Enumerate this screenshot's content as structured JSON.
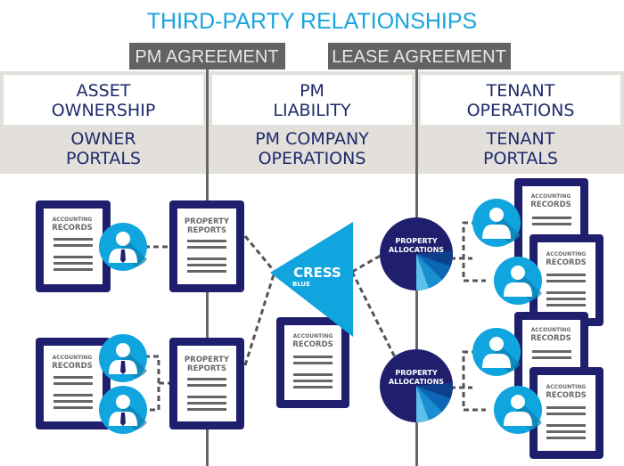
{
  "title": "THIRD-PARTY RELATIONSHIPS",
  "agreements": {
    "pm": "PM AGREEMENT",
    "lease": "LEASE AGREEMENT"
  },
  "columns": [
    {
      "top": [
        "ASSET",
        "OWNERSHIP"
      ],
      "bottom": [
        "OWNER",
        "PORTALS"
      ]
    },
    {
      "top": [
        "PM",
        "LIABILITY"
      ],
      "bottom": [
        "PM COMPANY",
        "OPERATIONS"
      ]
    },
    {
      "top": [
        "TENANT",
        "OPERATIONS"
      ],
      "bottom": [
        "TENANT",
        "PORTALS"
      ]
    }
  ],
  "documents": {
    "accounting": [
      "ACCOUNTING",
      "RECORDS"
    ],
    "property_reports": [
      "PROPERTY",
      "REPORTS"
    ]
  },
  "pie_label": [
    "PROPERTY",
    "ALLOCATIONS"
  ],
  "logo": {
    "name": "CRESS",
    "sub": "BLUE"
  },
  "icons": {
    "person": "person-icon",
    "document": "document-icon",
    "pie": "pie-chart-icon",
    "logo": "triangle-logo"
  },
  "colors": {
    "title": "#1aa3dd",
    "navy": "#1f1f6e",
    "accent": "#11a5df",
    "agreement_bg": "#636363",
    "band_bg": "#e3e0dc",
    "line": "#666666"
  }
}
